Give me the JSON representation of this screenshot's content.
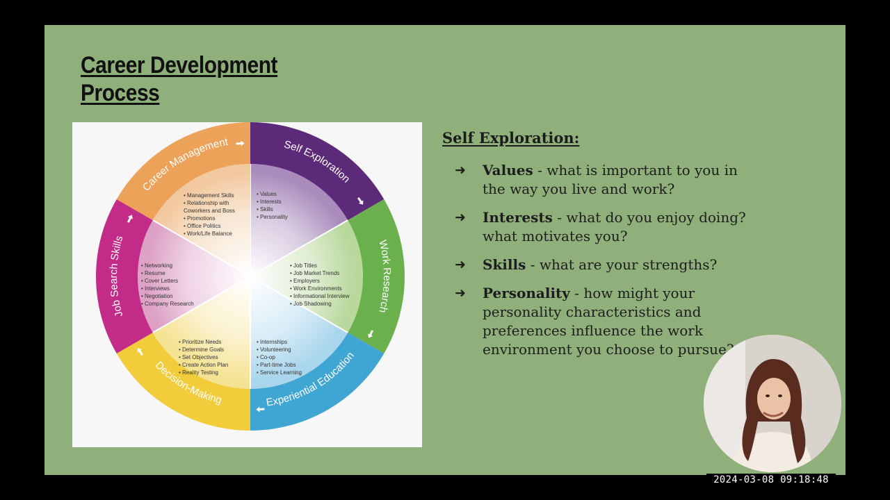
{
  "slide": {
    "title_line1": "Career Development",
    "title_line2": "Process"
  },
  "diagram": {
    "segments": [
      {
        "label": "Self Exploration",
        "color": "#5b2a79",
        "inner": "#a98cbc",
        "items": [
          "Values",
          "Interests",
          "Skills",
          "Personality"
        ]
      },
      {
        "label": "Work Research",
        "color": "#6ab04c",
        "inner": "#b9d89c",
        "items": [
          "Job Titles",
          "Job Market Trends",
          "Employers",
          "Work Environments",
          "Informational Interview",
          "Job Shadowing"
        ]
      },
      {
        "label": "Experiential Education",
        "color": "#3fa6d3",
        "inner": "#a9d6ec",
        "items": [
          "Internships",
          "Volunteering",
          "Co-op",
          "Part-time Jobs",
          "Service Learning"
        ]
      },
      {
        "label": "Decision-Making",
        "color": "#f2cc3a",
        "inner": "#f5e394",
        "items": [
          "Prioritize Needs",
          "Determine Goals",
          "Set Objectives",
          "Create Action Plan",
          "Reality Testing"
        ]
      },
      {
        "label": "Job Search Skills",
        "color": "#c22c88",
        "inner": "#dda1c6",
        "items": [
          "Networking",
          "Resume",
          "Cover Letters",
          "Interviews",
          "Negotiation",
          "Company Research"
        ]
      },
      {
        "label": "Career Management",
        "color": "#eda25a",
        "inner": "#f2c99f",
        "items": [
          "Management Skills",
          "Relationship with Coworkers and Boss",
          "Promotions",
          "Office Politics",
          "Work/Life Balance"
        ]
      }
    ]
  },
  "content": {
    "heading": "Self Exploration:",
    "points": [
      {
        "term": "Values",
        "desc": " - what is important to you in the way you live and work?"
      },
      {
        "term": "Interests",
        "desc": " - what do you enjoy doing? what motivates you?"
      },
      {
        "term": "Skills",
        "desc": " - what are your strengths?"
      },
      {
        "term": "Personality",
        "desc": " - how might your personality characteristics and preferences influence the work environment you choose to pursue?"
      }
    ],
    "arrow_glyph": "➜"
  },
  "overlay": {
    "timestamp": "2024-03-08  09:18:48"
  }
}
